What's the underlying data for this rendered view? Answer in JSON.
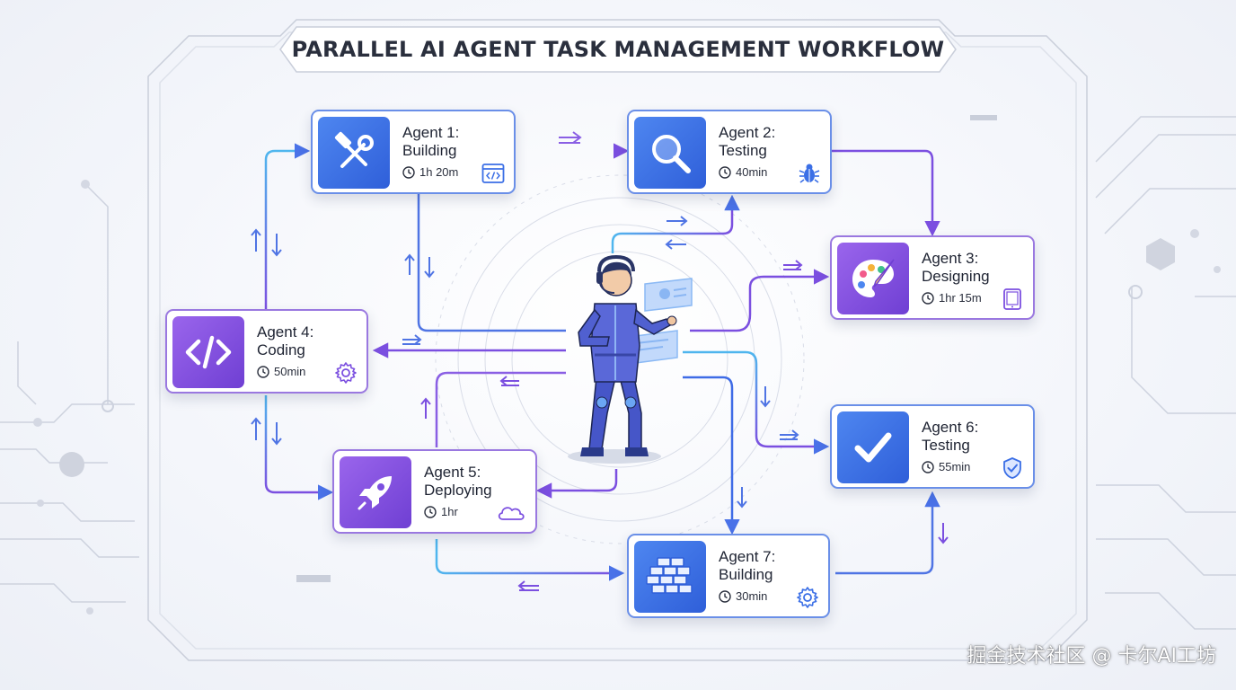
{
  "title": "PARALLEL AI AGENT TASK MANAGEMENT WORKFLOW",
  "agents": [
    {
      "id": "agent-1",
      "name": "Agent 1:",
      "task": "Building",
      "duration": "1h 20m",
      "icon": "hammer-wrench-icon",
      "badge": "code-window-icon",
      "color": "#3b6fe6"
    },
    {
      "id": "agent-2",
      "name": "Agent 2:",
      "task": "Testing",
      "duration": "40min",
      "icon": "magnifier-icon",
      "badge": "bug-icon",
      "color": "#3b6fe6"
    },
    {
      "id": "agent-3",
      "name": "Agent 3:",
      "task": "Designing",
      "duration": "1hr 15m",
      "icon": "palette-brush-icon",
      "badge": "tablet-icon",
      "color": "#7b4fe0"
    },
    {
      "id": "agent-4",
      "name": "Agent 4:",
      "task": "Coding",
      "duration": "50min",
      "icon": "code-brackets-icon",
      "badge": "gear-icon",
      "color": "#7b4fe0"
    },
    {
      "id": "agent-5",
      "name": "Agent 5:",
      "task": "Deploying",
      "duration": "1hr",
      "icon": "rocket-icon",
      "badge": "cloud-icon",
      "color": "#7b4fe0"
    },
    {
      "id": "agent-6",
      "name": "Agent 6:",
      "task": "Testing",
      "duration": "55min",
      "icon": "checkmark-icon",
      "badge": "shield-check-icon",
      "color": "#3b6fe6"
    },
    {
      "id": "agent-7",
      "name": "Agent 7:",
      "task": "Building",
      "duration": "30min",
      "icon": "bricks-icon",
      "badge": "gear-icon",
      "color": "#3b6fe6"
    }
  ],
  "central_figure": "manager-with-holographic-screens",
  "watermark": "掘金技术社区 @ 卡尔AI工坊",
  "colors": {
    "blue": "#3b6fe6",
    "purple": "#7b4fe0",
    "line_cyan": "#4fb6ee",
    "text": "#1f2433"
  }
}
